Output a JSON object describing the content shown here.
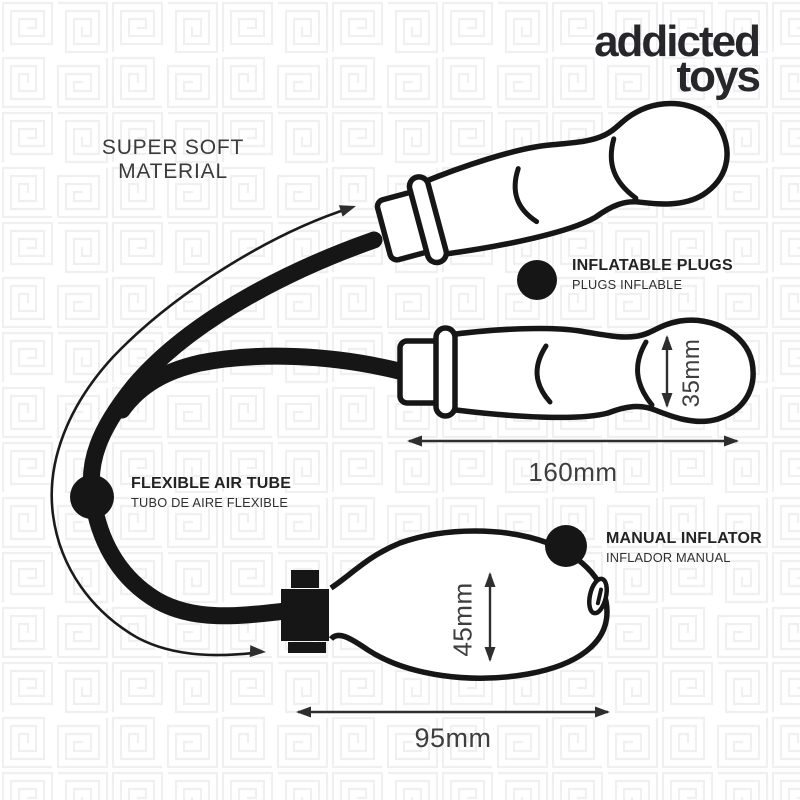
{
  "brand": {
    "line1": "addicted",
    "line2": "toys"
  },
  "callouts": {
    "material": {
      "line1": "SUPER SOFT",
      "line2": "MATERIAL"
    },
    "plugs": {
      "label": "INFLATABLE PLUGS",
      "sublabel": "PLUGS INFLABLE"
    },
    "tube": {
      "label": "FLEXIBLE AIR TUBE",
      "sublabel": "TUBO DE AIRE FLEXIBLE"
    },
    "inflator": {
      "label": "MANUAL INFLATOR",
      "sublabel": "INFLADOR MANUAL"
    }
  },
  "dimensions": {
    "plug_length": "160mm",
    "plug_head_diameter": "35mm",
    "pump_height": "45mm",
    "pump_length": "95mm"
  },
  "colors": {
    "ink": "#161616",
    "label": "#232323",
    "dim": "#3e3e3e",
    "muted": "#3a3a3a",
    "watermark": "#f0f0f0",
    "background": "#ffffff",
    "logo": "#26262b"
  }
}
